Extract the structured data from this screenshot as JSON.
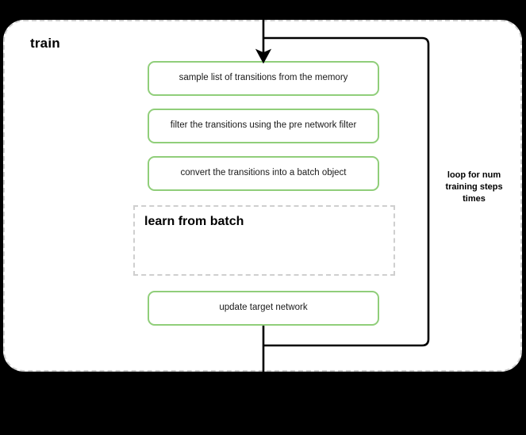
{
  "diagram": {
    "title": "train",
    "theme": {
      "page_background": "#000000",
      "panel_background": "#ffffff",
      "panel_border": "#d0d0d0",
      "step_border": "#90ce7a",
      "subprocess_border": "#cfcfcf",
      "wire": "#000000",
      "text": "#1a1a1a"
    },
    "steps": [
      {
        "id": "sample",
        "label": "sample list of transitions from the memory"
      },
      {
        "id": "filter",
        "label": "filter the transitions using the pre network filter"
      },
      {
        "id": "convert",
        "label": "convert the transitions into a batch object"
      },
      {
        "id": "update",
        "label": "update target network"
      }
    ],
    "subprocess": {
      "id": "learn-from-batch",
      "label": "learn from batch",
      "style": "dashed"
    },
    "loop": {
      "label": "loop for num training steps times",
      "label_lines": [
        "loop for num",
        "training steps",
        "times"
      ]
    },
    "connectors": [
      {
        "name": "entry-arrow",
        "from": "top-of-diagram",
        "to": "sample",
        "arrowhead": true
      },
      {
        "name": "loop-back-wire",
        "from": "update-exit",
        "to": "sample-entry",
        "arrowhead": false
      },
      {
        "name": "exit-wire",
        "from": "update",
        "to": "bottom-of-diagram",
        "arrowhead": false
      }
    ]
  }
}
